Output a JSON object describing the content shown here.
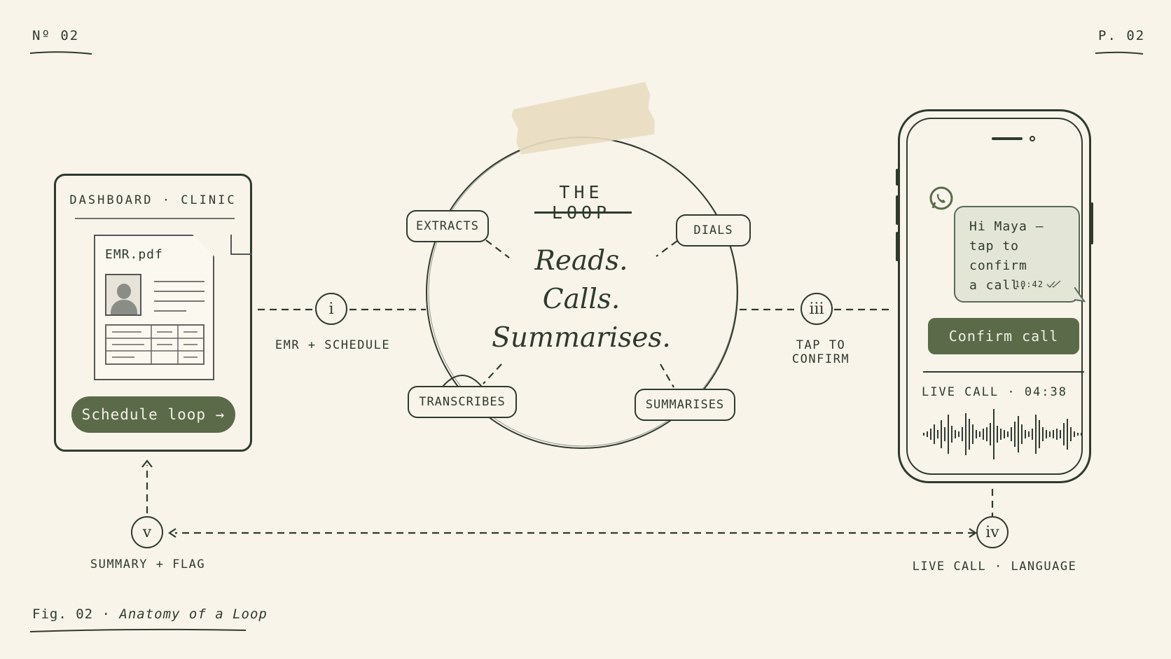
{
  "header": {
    "left": "Nº 02",
    "right": "P. 02"
  },
  "caption": {
    "fig": "Fig. 02 ·",
    "title": "Anatomy of a Loop"
  },
  "dashboard": {
    "title": "DASHBOARD · CLINIC",
    "file_name": "EMR.pdf",
    "button_label": "Schedule loop →"
  },
  "loop": {
    "title": "THE LOOP",
    "taglines": [
      "Reads.",
      "Calls.",
      "Summarises."
    ],
    "stages": [
      "EXTRACTS",
      "DIALS",
      "TRANSCRIBES",
      "SUMMARISES"
    ]
  },
  "steps": [
    {
      "numeral": "i",
      "label": "EMR + SCHEDULE"
    },
    {
      "numeral": "iii",
      "label": "TAP TO CONFIRM"
    },
    {
      "numeral": "iv",
      "label": "LIVE CALL · LANGUAGE"
    },
    {
      "numeral": "v",
      "label": "SUMMARY + FLAG"
    }
  ],
  "phone": {
    "message_lines": [
      "Hi Maya —",
      "tap to confirm",
      "a call."
    ],
    "message_time": "10:42",
    "confirm_label": "Confirm call",
    "live_call": "LIVE CALL · 04:38",
    "app_icon": "whatsapp-icon"
  },
  "colors": {
    "ink": "#2f3a2f",
    "accent_green": "#5b6b4a",
    "paper": "#f8f4ea",
    "tape": "#e8dcc0",
    "bubble": "#e3e6d6"
  }
}
